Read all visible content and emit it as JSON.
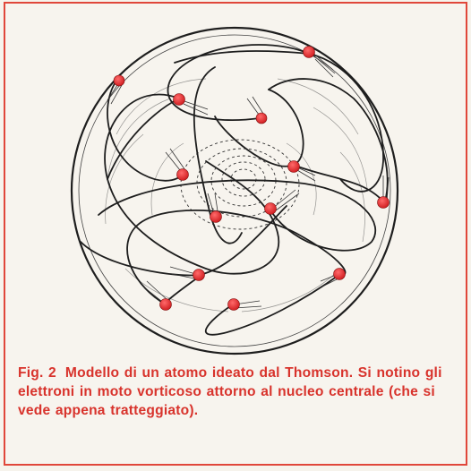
{
  "figure": {
    "label": "Fig. 2",
    "caption": "Modello di un atomo ideato dal Thomson. Si notino gli elettroni in moto vorticoso attorno al nucleo centrale (che si vede appena tratteggiato).",
    "electron_count": 13,
    "colors": {
      "frame": "#e0473a",
      "caption_text": "#d8332c",
      "electron": "#e3262a",
      "ink": "#1e1e1e"
    }
  }
}
